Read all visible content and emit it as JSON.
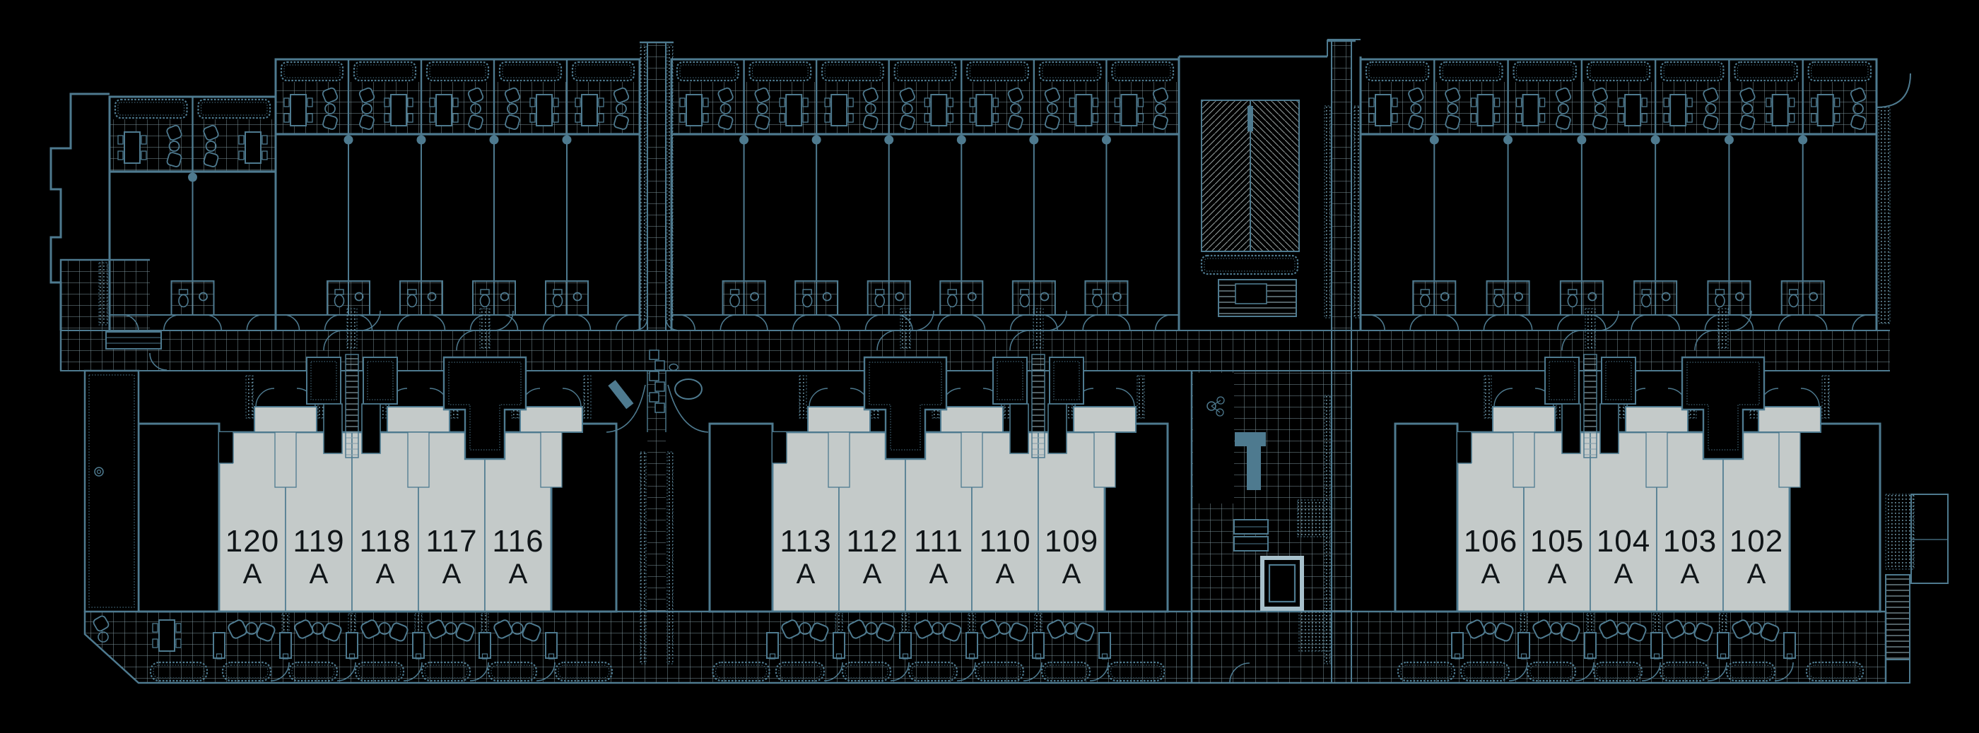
{
  "plan_name": "residential-site-plan-level",
  "unit_plan_type": "A",
  "colors": {
    "background": "#000000",
    "line": "#4e7a8f",
    "grid_line": "#7d949b",
    "unit_highlight": "#c4cac9",
    "hatch": "#939d9d",
    "tread": "#8aa2ab",
    "dot": "#6f97a8",
    "elevator_ring": "#a7c0cb",
    "label_text": "#101518"
  },
  "groups": [
    {
      "name": "west",
      "units": [
        {
          "number": "120",
          "plan": "A"
        },
        {
          "number": "119",
          "plan": "A"
        },
        {
          "number": "118",
          "plan": "A"
        },
        {
          "number": "117",
          "plan": "A"
        },
        {
          "number": "116",
          "plan": "A"
        }
      ]
    },
    {
      "name": "center",
      "units": [
        {
          "number": "113",
          "plan": "A"
        },
        {
          "number": "112",
          "plan": "A"
        },
        {
          "number": "111",
          "plan": "A"
        },
        {
          "number": "110",
          "plan": "A"
        },
        {
          "number": "109",
          "plan": "A"
        }
      ]
    },
    {
      "name": "east",
      "units": [
        {
          "number": "106",
          "plan": "A"
        },
        {
          "number": "105",
          "plan": "A"
        },
        {
          "number": "104",
          "plan": "A"
        },
        {
          "number": "103",
          "plan": "A"
        },
        {
          "number": "102",
          "plan": "A"
        }
      ]
    }
  ]
}
